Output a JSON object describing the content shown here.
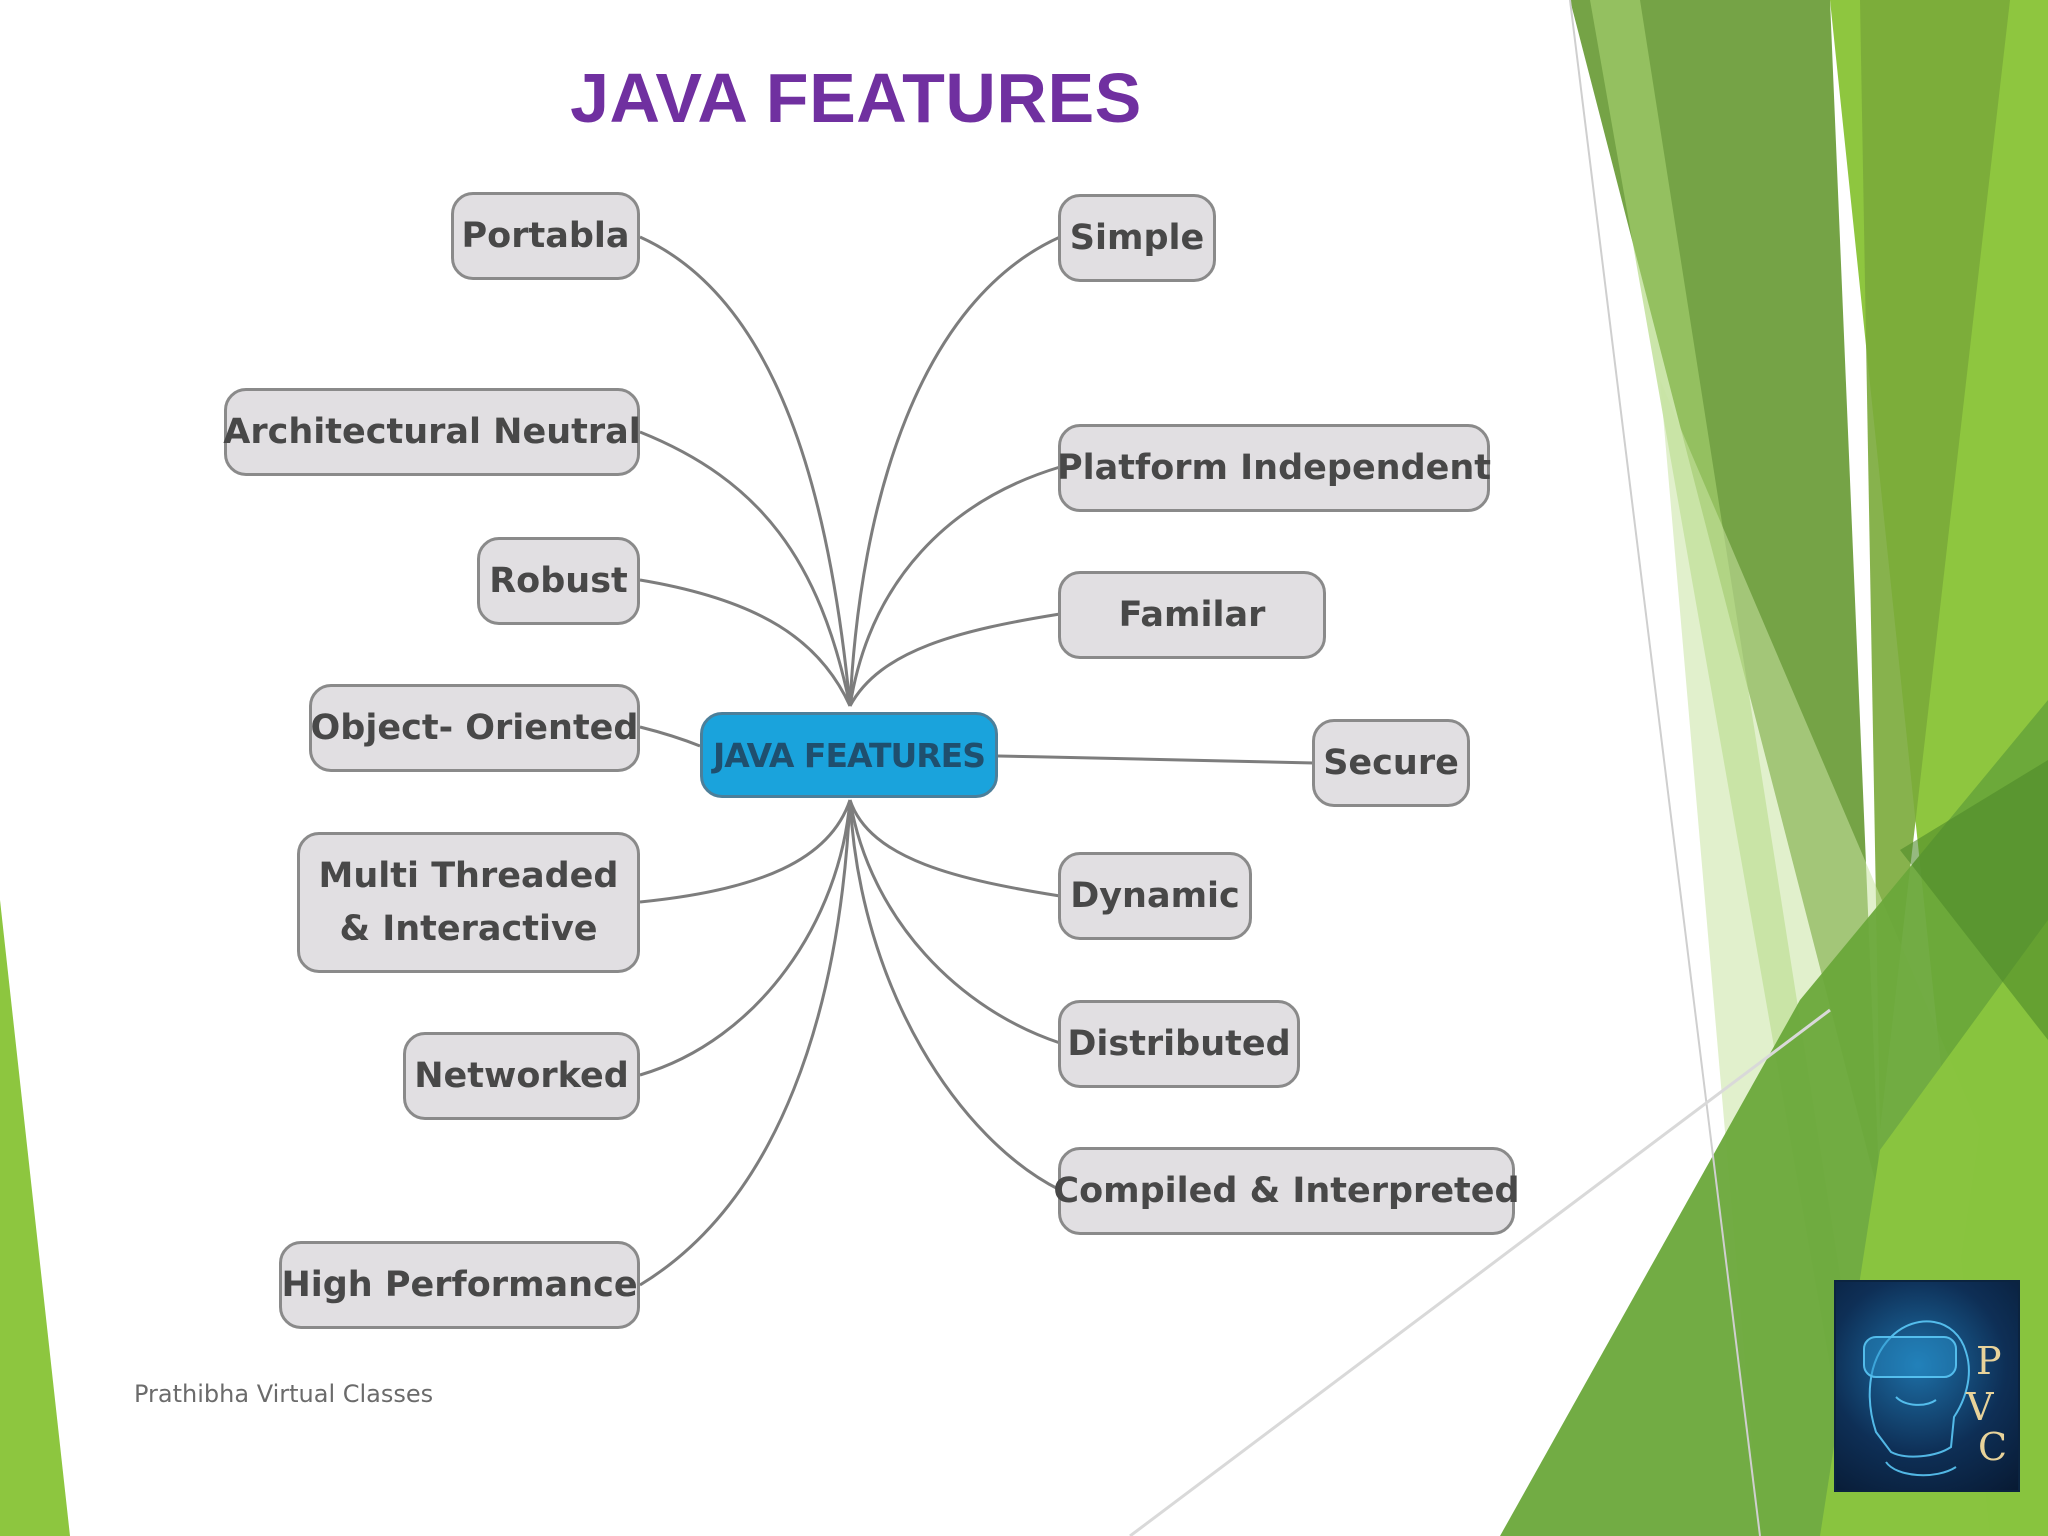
{
  "slide": {
    "title": "JAVA FEATURES",
    "footer": "Prathibha Virtual Classes"
  },
  "diagram": {
    "center": "JAVA FEATURES",
    "left_nodes": [
      "Portabla",
      "Architectural Neutral",
      "Robust",
      "Object- Oriented",
      "Multi Threaded & Interactive",
      "Networked",
      "High Performance"
    ],
    "right_nodes": [
      "Simple",
      "Platform Independent",
      "Familar",
      "Secure",
      "Dynamic",
      "Distributed",
      "Compiled & Interpreted"
    ]
  },
  "logo": {
    "letters": "PVC",
    "icon": "vr-headset-head-icon"
  },
  "colors": {
    "title": "#7030A0",
    "center_fill": "#1aa3dc",
    "node_fill": "#e1dfe2",
    "accent_green": "#8dc63f",
    "dark_green": "#5a9a2e"
  }
}
